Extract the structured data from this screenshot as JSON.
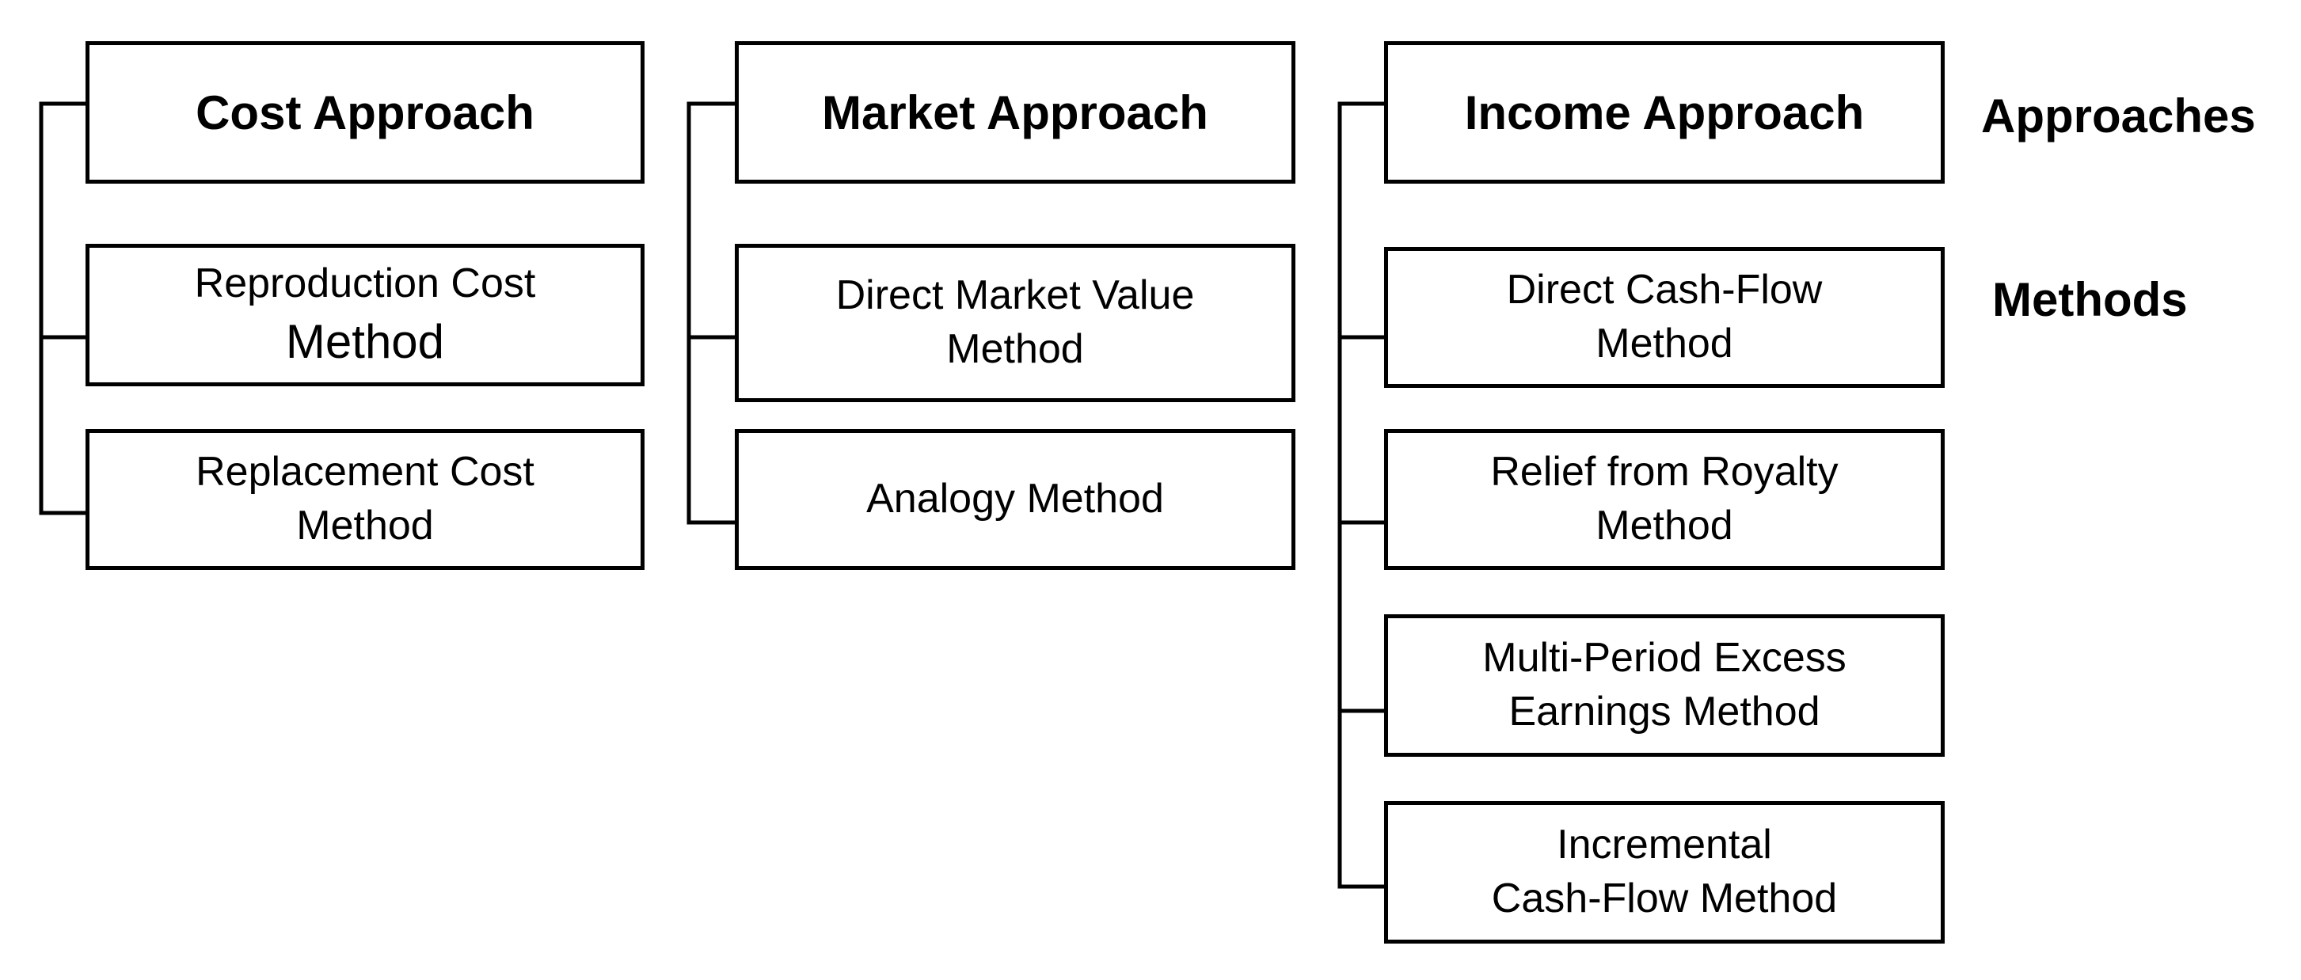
{
  "row_labels": {
    "approaches": "Approaches",
    "methods": "Methods"
  },
  "columns": [
    {
      "approach": "Cost Approach",
      "methods": [
        {
          "lines": [
            "Reproduction Cost",
            "Method"
          ]
        },
        {
          "lines": [
            "Replacement Cost",
            "Method"
          ]
        }
      ]
    },
    {
      "approach": "Market Approach",
      "methods": [
        {
          "lines": [
            "Direct Market Value",
            "Method"
          ]
        },
        {
          "lines": [
            "Analogy Method"
          ]
        }
      ]
    },
    {
      "approach": "Income Approach",
      "methods": [
        {
          "lines": [
            "Direct Cash-Flow",
            "Method"
          ]
        },
        {
          "lines": [
            "Relief from Royalty",
            "Method"
          ]
        },
        {
          "lines": [
            "Multi-Period Excess",
            "Earnings Method"
          ]
        },
        {
          "lines": [
            "Incremental",
            "Cash-Flow Method"
          ]
        }
      ]
    }
  ]
}
